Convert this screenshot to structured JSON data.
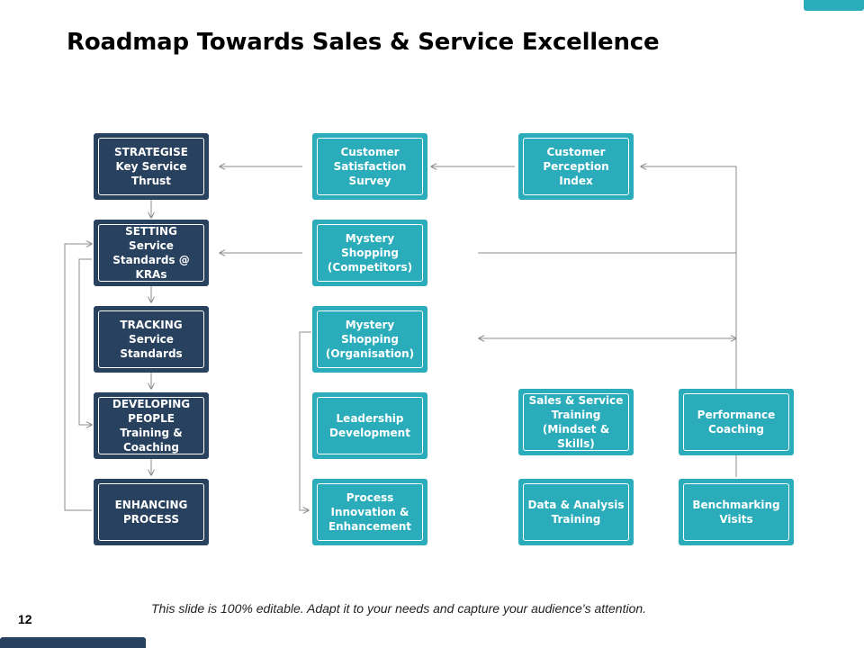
{
  "slide": {
    "title": "Roadmap Towards Sales & Service Excellence",
    "footer_note": "This slide is 100% editable. Adapt it to your needs and capture your audience's attention.",
    "page_number": "12"
  },
  "colors": {
    "navy": "#27415e",
    "teal": "#2aacbb",
    "connector": "#8c8c8c"
  },
  "process_column": [
    "STRATEGISE Key Service Thrust",
    "SETTING Service Standards @ KRAs",
    "TRACKING Service Standards",
    "DEVELOPING PEOPLE Training & Coaching",
    "ENHANCING PROCESS"
  ],
  "initiatives_column_1": [
    "Customer Satisfaction Survey",
    "Mystery Shopping (Competitors)",
    "Mystery Shopping (Organisation)",
    "Leadership Development",
    "Process Innovation & Enhancement"
  ],
  "initiatives_column_2": [
    "Customer Perception Index",
    "Sales & Service Training (Mindset & Skills)",
    "Data & Analysis Training"
  ],
  "initiatives_column_3": [
    "Performance Coaching",
    "Benchmarking Visits"
  ]
}
